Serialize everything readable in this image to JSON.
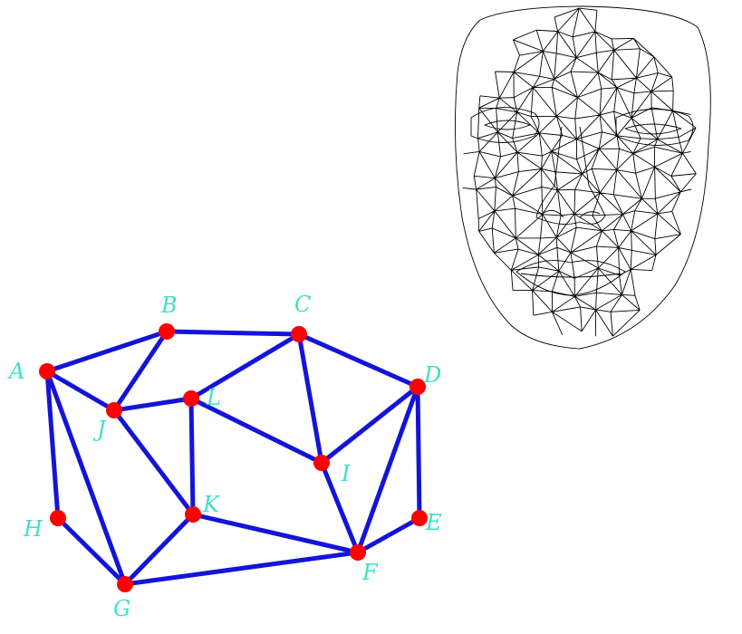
{
  "graph": {
    "edge_color": "#1414d8",
    "node_color": "#ff0000",
    "label_color": "#3de0c6",
    "nodes": [
      "A",
      "B",
      "C",
      "D",
      "E",
      "F",
      "G",
      "H",
      "I",
      "J",
      "K",
      "L"
    ],
    "edges": [
      [
        "A",
        "B"
      ],
      [
        "A",
        "J"
      ],
      [
        "A",
        "H"
      ],
      [
        "A",
        "G"
      ],
      [
        "B",
        "C"
      ],
      [
        "B",
        "J"
      ],
      [
        "C",
        "L"
      ],
      [
        "C",
        "I"
      ],
      [
        "C",
        "D"
      ],
      [
        "D",
        "I"
      ],
      [
        "D",
        "F"
      ],
      [
        "D",
        "E"
      ],
      [
        "E",
        "F"
      ],
      [
        "F",
        "I"
      ],
      [
        "F",
        "K"
      ],
      [
        "F",
        "G"
      ],
      [
        "G",
        "H"
      ],
      [
        "G",
        "K"
      ],
      [
        "J",
        "L"
      ],
      [
        "J",
        "K"
      ],
      [
        "K",
        "L"
      ],
      [
        "L",
        "I"
      ]
    ]
  },
  "mesh": {
    "subject": "face",
    "line_color": "#000000"
  }
}
